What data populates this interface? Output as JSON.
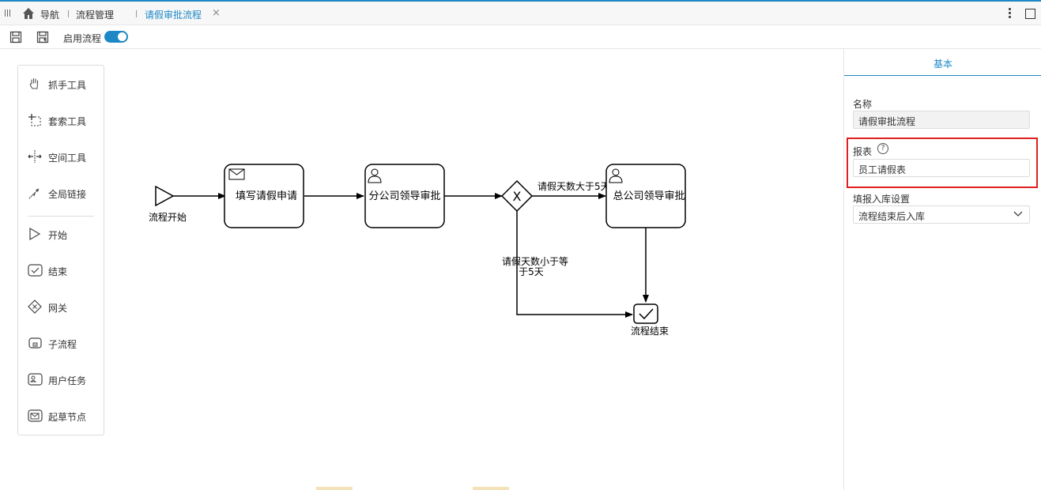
{
  "tabs": {
    "nav_label": "导航",
    "process_mgmt_label": "流程管理",
    "active_tab_label": "请假审批流程",
    "close_glyph": "×"
  },
  "toolbar": {
    "enable_label": "启用流程",
    "enabled": true
  },
  "palette": {
    "items": [
      {
        "label": "抓手工具",
        "icon": "hand-icon"
      },
      {
        "label": "套索工具",
        "icon": "lasso-icon"
      },
      {
        "label": "空间工具",
        "icon": "space-icon"
      },
      {
        "label": "全局链接",
        "icon": "connect-icon"
      },
      {
        "label": "开始",
        "icon": "start-event-icon"
      },
      {
        "label": "结束",
        "icon": "end-event-icon"
      },
      {
        "label": "网关",
        "icon": "gateway-icon"
      },
      {
        "label": "子流程",
        "icon": "subprocess-icon"
      },
      {
        "label": "用户任务",
        "icon": "user-task-icon"
      },
      {
        "label": "起草节点",
        "icon": "draft-node-icon"
      }
    ]
  },
  "diagram": {
    "start_label": "流程开始",
    "task_fill_form": "填写请假申请",
    "task_branch_leader": "分公司领导审批",
    "task_hq_leader": "总公司领导审批",
    "cond_more_than_5": "请假天数大于5天",
    "cond_le_5_line1": "请假天数小于等",
    "cond_le_5_line2": "于5天",
    "gateway_glyph": "X",
    "end_label": "流程结束"
  },
  "panel": {
    "tab_label": "基本",
    "name_label": "名称",
    "name_value": "请假审批流程",
    "report_label": "报表",
    "help_glyph": "?",
    "report_value": "员工请假表",
    "storage_label": "填报入库设置",
    "storage_value": "流程结束后入库"
  },
  "colors": {
    "accent": "#1e88c7",
    "highlight": "#e02020"
  }
}
